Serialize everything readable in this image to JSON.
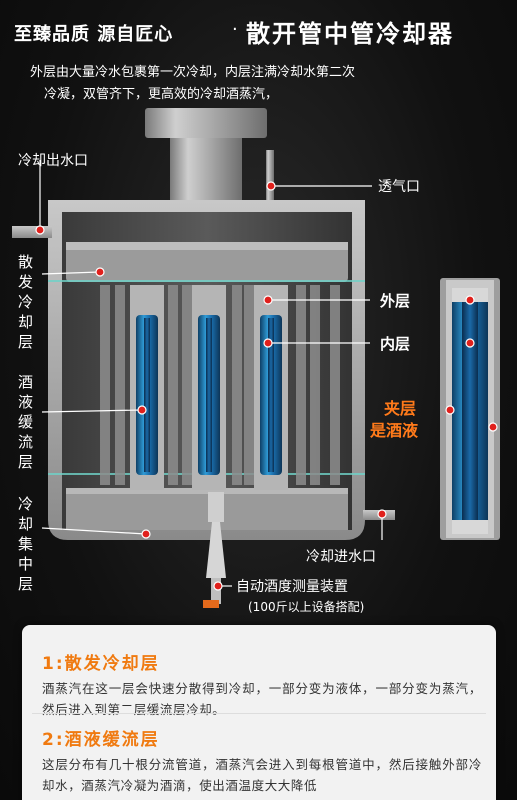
{
  "header": {
    "tagline": "至臻品质 源自匠心",
    "separator": "·",
    "title": "散开管中管冷却器"
  },
  "intro": {
    "line1": "外层由大量冷水包裹第一次冷却，内层注满冷却水第二次",
    "line2": "冷凝，双管齐下，更高效的冷却酒蒸汽，"
  },
  "labels": {
    "cooling_water_out": "冷却出水口",
    "vent": "透气口",
    "heat_layer": "散发冷却层",
    "buffer_layer": "酒液缓流层",
    "collect_layer": "冷却集中层",
    "outer": "外层",
    "inner": "内层",
    "interlayer_1": "夹层",
    "interlayer_2": "是酒液",
    "cooling_water_in": "冷却进水口",
    "meter": "自动酒度测量装置",
    "meter_note": "(100斤以上设备搭配)"
  },
  "sections": [
    {
      "title": "1:散发冷却层",
      "text": "酒蒸汽在这一层会快速分散得到冷却，一部分变为液体，一部分变为蒸汽，然后进入到第二层缓流层冷却。"
    },
    {
      "title": "2:酒液缓流层",
      "text": "这层分布有几十根分流管道，酒蒸汽会进入到每根管道中，然后接触外部冷却水，酒蒸汽冷凝为酒滴，使出酒温度大大降低"
    }
  ],
  "colors": {
    "accent": "#f07a10",
    "marker": "#e0201c",
    "metal": "#a8a8a8",
    "liquid": "#2a7fc0"
  }
}
